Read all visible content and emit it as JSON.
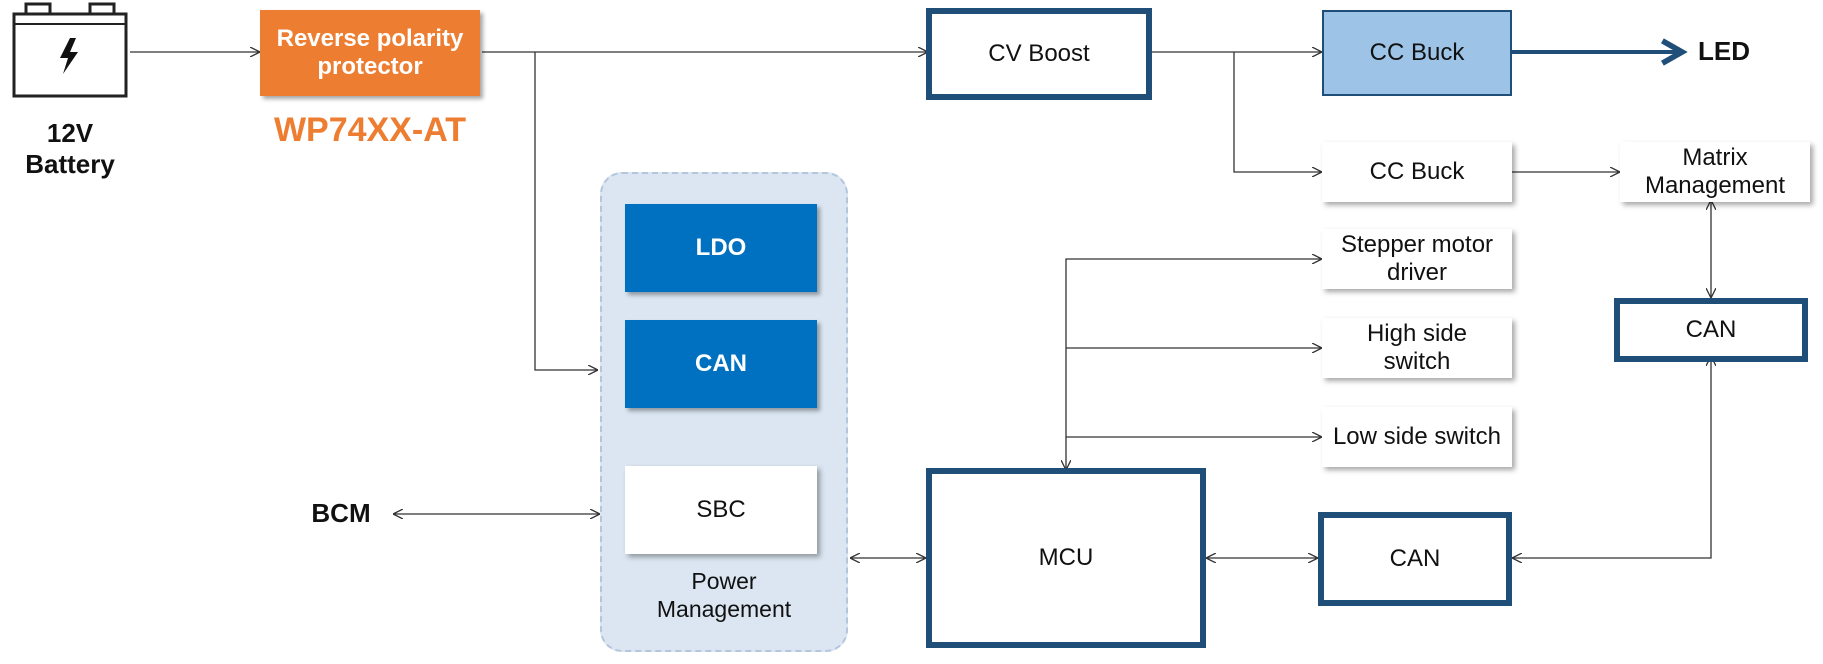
{
  "battery": {
    "label": "12V\nBattery",
    "icon": "battery-icon"
  },
  "reverse_polarity": {
    "label": "Reverse polarity\nprotector",
    "part_number": "WP74XX-AT"
  },
  "cv_boost": {
    "label": "CV Boost"
  },
  "cc_buck_led": {
    "label": "CC Buck"
  },
  "led": {
    "label": "LED"
  },
  "cc_buck_matrix": {
    "label": "CC Buck"
  },
  "matrix_management": {
    "label": "Matrix\nManagement"
  },
  "stepper": {
    "label": "Stepper motor\ndriver"
  },
  "high_side": {
    "label": "High side\nswitch"
  },
  "low_side": {
    "label": "Low side switch"
  },
  "can_right": {
    "label": "CAN"
  },
  "power_management": {
    "label": "Power\nManagement",
    "ldo": "LDO",
    "can": "CAN",
    "sbc": "SBC"
  },
  "bcm": {
    "label": "BCM"
  },
  "mcu": {
    "label": "MCU"
  },
  "can_bottom": {
    "label": "CAN"
  },
  "colors": {
    "accent_orange": "#ed7d31",
    "box_blue": "#0070c0",
    "light_blue": "#9dc3e6",
    "border_navy": "#1f4e79",
    "panel_bg": "#dbe6f2"
  }
}
